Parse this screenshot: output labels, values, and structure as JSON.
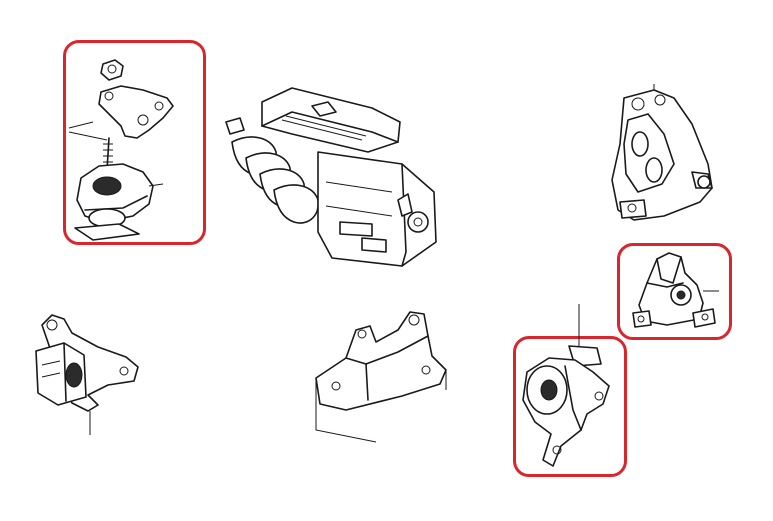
{
  "diagram": {
    "highlight_color": "#d9262c",
    "line_color": "#1a1a1a",
    "background": "#ffffff",
    "parts": [
      {
        "name": "front-mount-bracket-assembly",
        "highlighted": true
      },
      {
        "name": "engine-block",
        "highlighted": false
      },
      {
        "name": "upper-torque-bracket",
        "highlighted": false
      },
      {
        "name": "rear-mount",
        "highlighted": true
      },
      {
        "name": "side-mount-bracket",
        "highlighted": false
      },
      {
        "name": "lower-mount-bracket",
        "highlighted": false
      },
      {
        "name": "transmission-mount",
        "highlighted": true
      }
    ]
  }
}
